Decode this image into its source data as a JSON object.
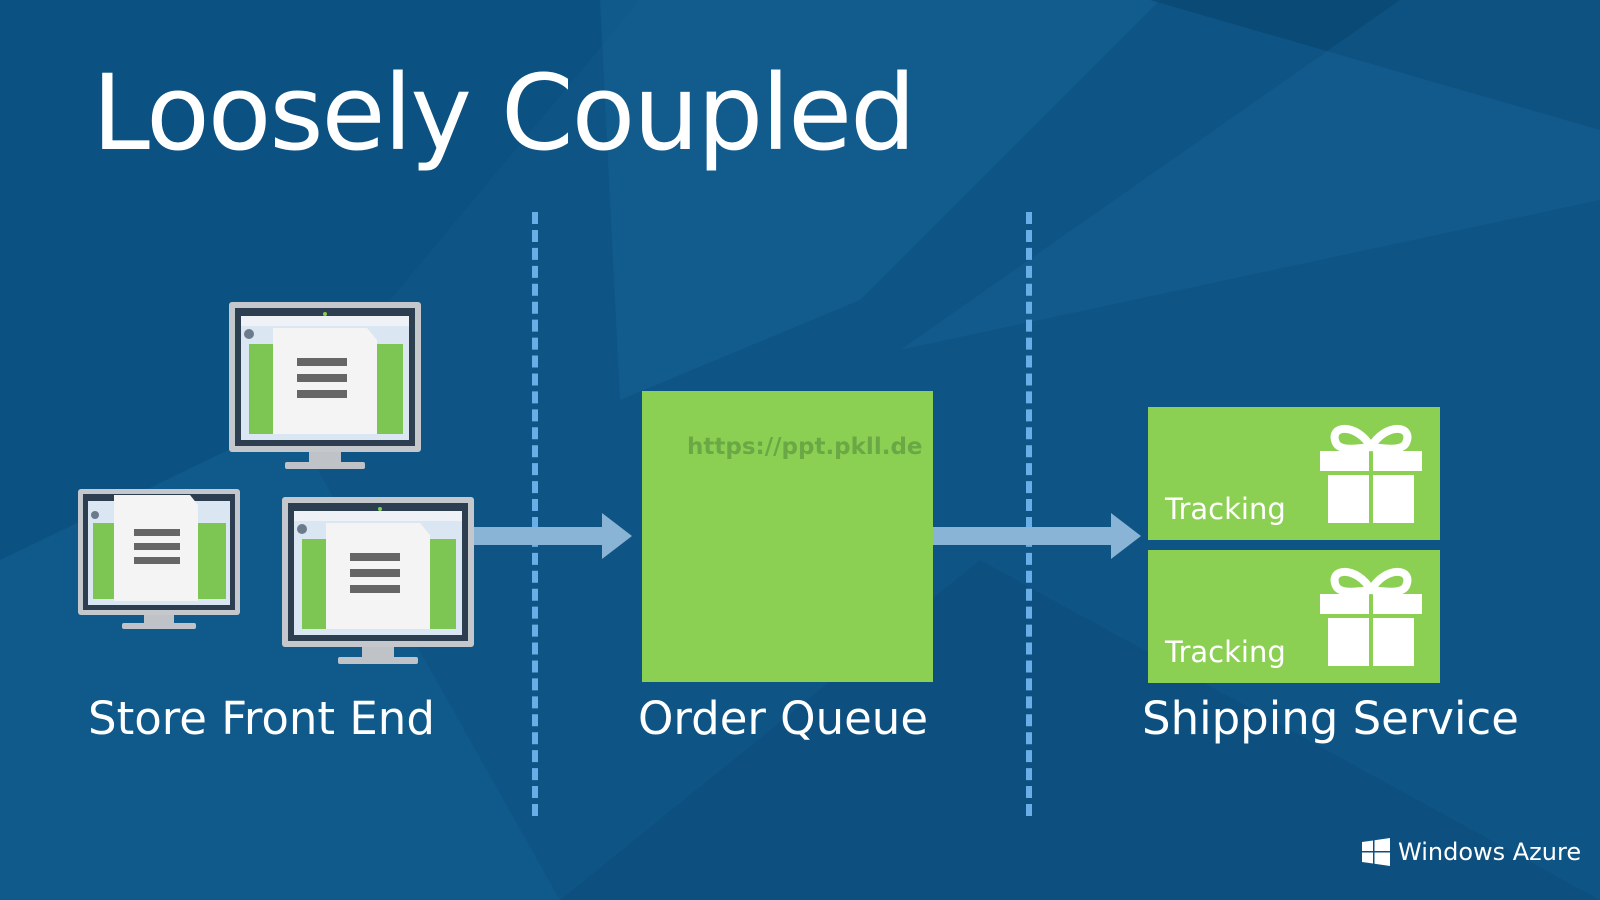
{
  "title": "Loosely Coupled",
  "sections": {
    "store_front": "Store Front End",
    "order_queue": "Order Queue",
    "shipping": "Shipping Service"
  },
  "queue_watermark": "https://ppt.pkll.de",
  "tiles": [
    {
      "label": "Tracking",
      "icon": "gift-icon"
    },
    {
      "label": "Tracking",
      "icon": "gift-icon"
    }
  ],
  "brand": {
    "name": "Windows Azure",
    "icon": "windows-logo-icon"
  },
  "colors": {
    "background": "#0e5485",
    "accent_green": "#8cd053",
    "divider": "#6aaee8",
    "arrow": "#8ab4d6"
  }
}
